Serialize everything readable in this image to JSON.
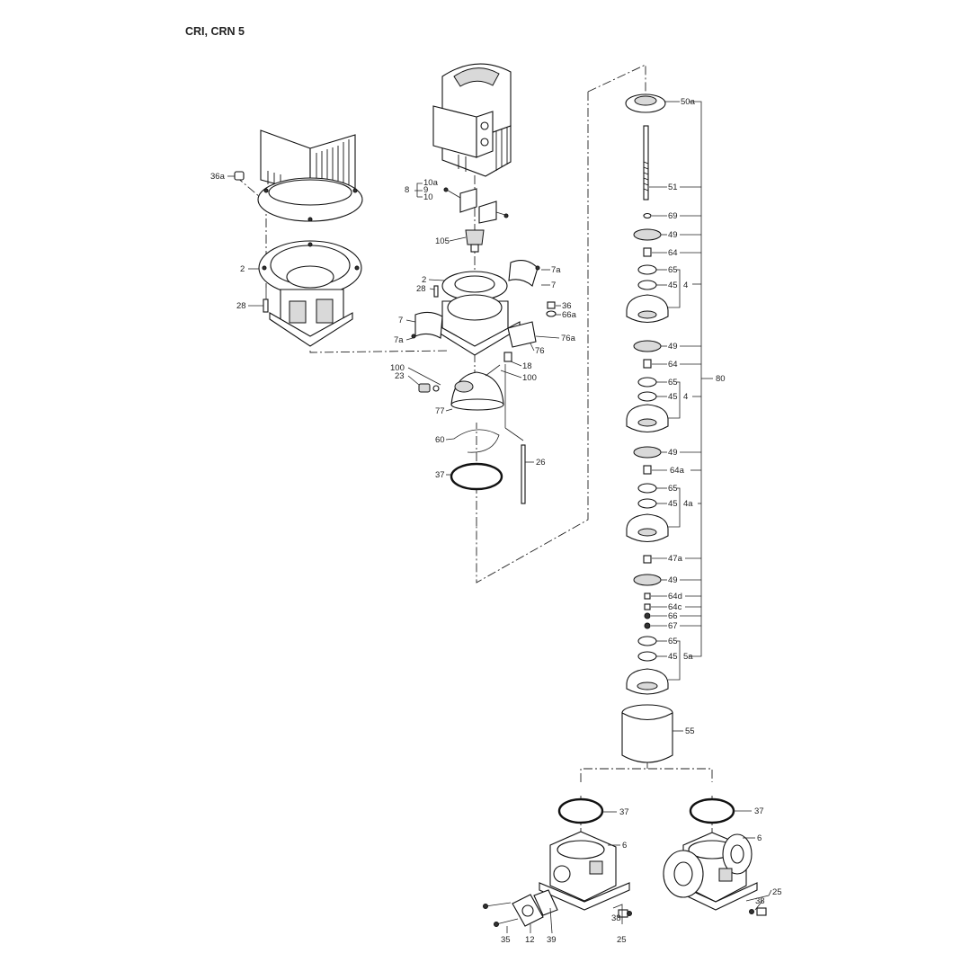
{
  "title": "CRI, CRN 5",
  "labels": {
    "l50a": "50a",
    "l51": "51",
    "l69": "69",
    "l49a": "49",
    "l64a": "64",
    "l65a": "65",
    "l45a": "45",
    "l4a": "4",
    "l49b": "49",
    "l64b": "64",
    "l65b": "65",
    "l45b": "45",
    "l4b": "4",
    "l49c": "49",
    "l64a2": "64a",
    "l65c": "65",
    "l45c": "45",
    "l4a2": "4a",
    "l47a": "47a",
    "l49d": "49",
    "l64d": "64d",
    "l64c": "64c",
    "l66": "66",
    "l67": "67",
    "l65d": "65",
    "l45d": "45",
    "l5a": "5a",
    "l80": "80",
    "l55": "55",
    "l36a": "36a",
    "l2left": "2",
    "l28left": "28",
    "l8": "8",
    "l10a": "10a",
    "l9": "9",
    "l10": "10",
    "l105": "105",
    "l2mid": "2",
    "l28mid": "28",
    "l7a_top": "7a",
    "l7_top": "7",
    "l36": "36",
    "l66a": "66a",
    "l7_left": "7",
    "l7a_left": "7a",
    "l76a": "76a",
    "l76": "76",
    "l100a": "100",
    "l23": "23",
    "l18": "18",
    "l100b": "100",
    "l77": "77",
    "l60": "60",
    "l26": "26",
    "l37mid": "37",
    "l37b1": "37",
    "l6b1": "6",
    "l37b2": "37",
    "l6b2": "6",
    "l25r": "25",
    "l38r": "38",
    "l38m": "38",
    "l25m": "25",
    "l35": "35",
    "l12": "12",
    "l39": "39"
  }
}
